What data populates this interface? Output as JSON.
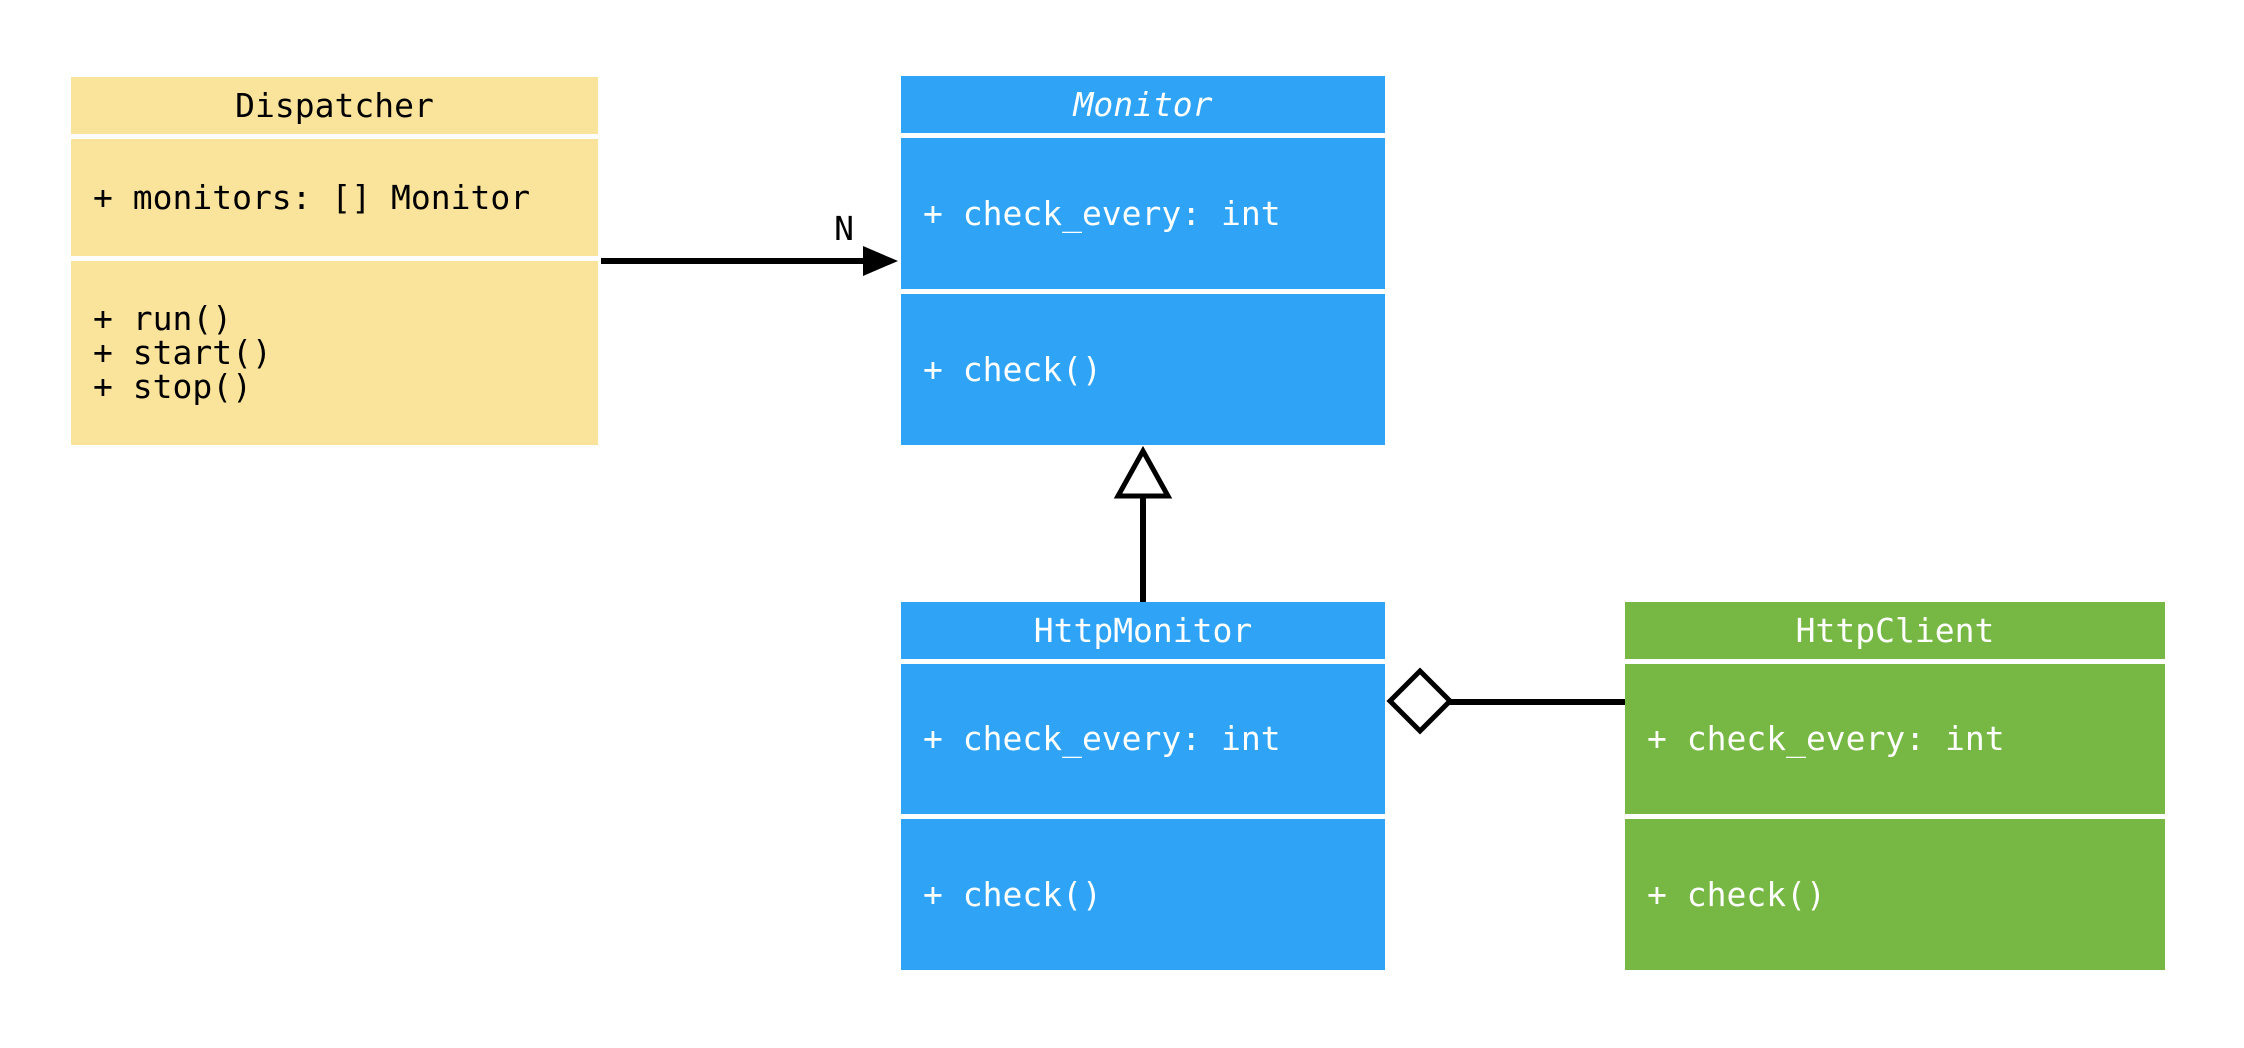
{
  "diagram": {
    "type": "uml-class-diagram",
    "background_color": "#ffffff",
    "line_color": "#000000",
    "classes": [
      {
        "name": "Dispatcher",
        "abstract": false,
        "fill": "#FAE49B",
        "text_color": "#000000",
        "attributes": [
          "+ monitors: [] Monitor"
        ],
        "methods": [
          "+ run()",
          "+ start()",
          "+ stop()"
        ]
      },
      {
        "name": "Monitor",
        "abstract": true,
        "fill": "#2FA4F7",
        "text_color": "#ffffff",
        "attributes": [
          "+ check_every: int"
        ],
        "methods": [
          "+ check()"
        ]
      },
      {
        "name": "HttpMonitor",
        "abstract": false,
        "fill": "#2FA4F7",
        "text_color": "#ffffff",
        "attributes": [
          "+ check_every: int"
        ],
        "methods": [
          "+ check()"
        ]
      },
      {
        "name": "HttpClient",
        "abstract": false,
        "fill": "#76B843",
        "text_color": "#ffffff",
        "attributes": [
          "+ check_every: int"
        ],
        "methods": [
          "+ check()"
        ]
      }
    ],
    "relationships": [
      {
        "type": "association",
        "from": "Dispatcher",
        "to": "Monitor",
        "label": "N",
        "marker": "filled-arrowhead"
      },
      {
        "type": "generalization",
        "from": "HttpMonitor",
        "to": "Monitor",
        "label": "",
        "marker": "hollow-triangle"
      },
      {
        "type": "aggregation",
        "from": "HttpMonitor",
        "to": "HttpClient",
        "label": "",
        "marker": "hollow-diamond"
      }
    ]
  }
}
